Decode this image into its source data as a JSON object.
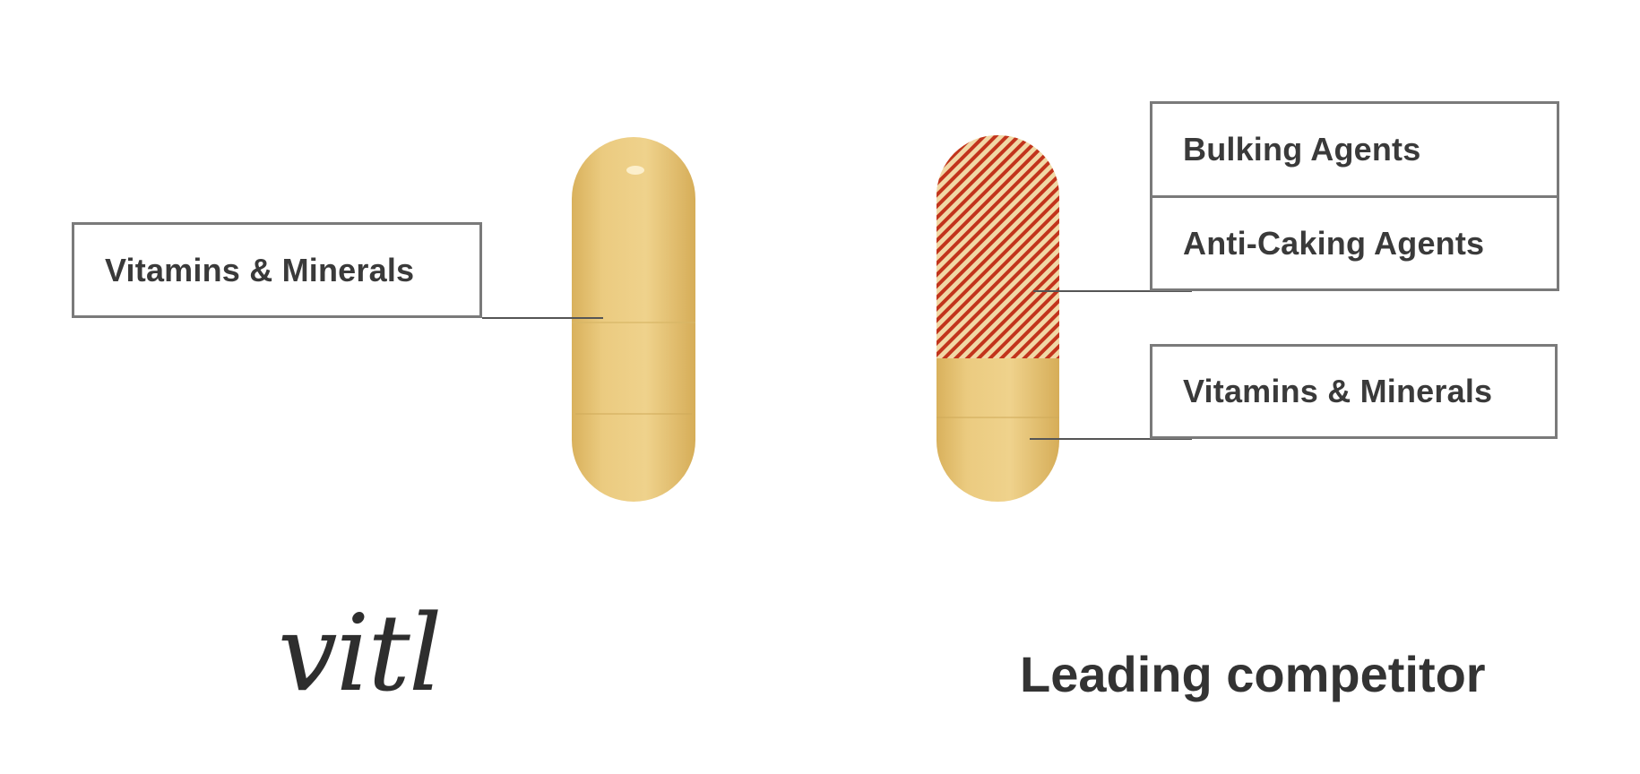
{
  "left_panel": {
    "label": "Vitamins & Minerals",
    "brand": "vitl"
  },
  "right_panel": {
    "labels": [
      "Bulking Agents",
      "Anti-Caking Agents",
      "Vitamins & Minerals"
    ],
    "title": "Leading competitor"
  },
  "colors": {
    "capsule_fill": "#e8c77a",
    "capsule_shade": "#d9b361",
    "hatch_red": "#c0321b",
    "box_border": "#7a7a7a",
    "text": "#333333"
  }
}
